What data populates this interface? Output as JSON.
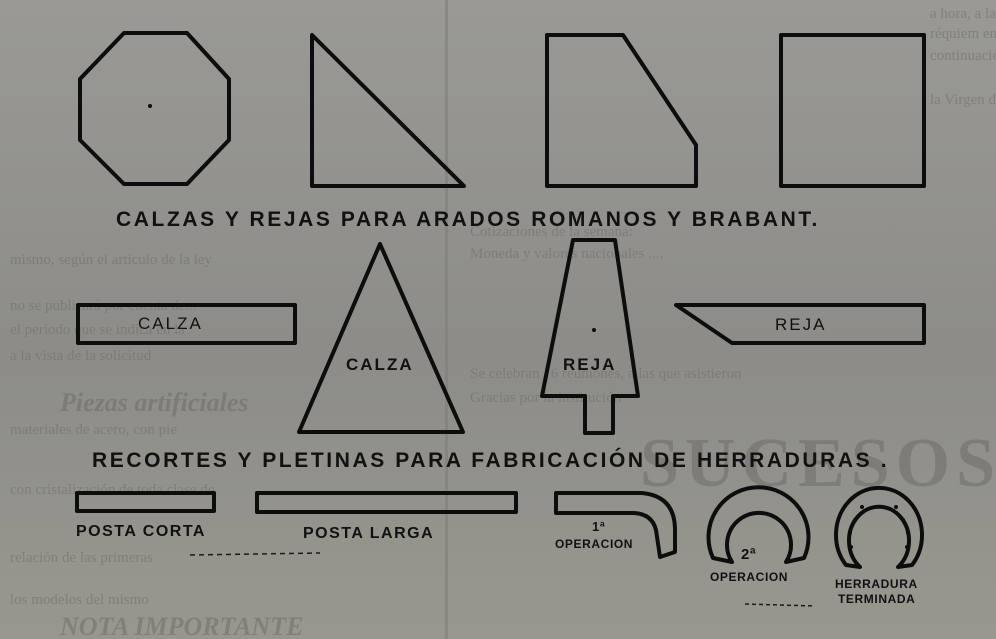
{
  "background_text": {
    "right_column": [
      "a hora, a las ocho y media habrá misa de",
      "réquiem en la iglesia de Santa Eulalia y a",
      "continuación el responso del primer viernes a",
      "la Virgen de Covadonga.",
      "",
      "",
      "Cotizaciones de la semana:",
      "Moneda y valores nacionales ....",
      "Se celebran 16 reuniones, a las que asistieron",
      "Gracias por la institución"
    ],
    "left_column": [
      "mismo, según el artículo de la ley",
      "no se publicará por cuenta de...",
      "el período que se indica en la",
      "a la vista de la solicitud",
      "materiales de acero, con pie",
      "con cristalización de toda clase de",
      "relación de las primeras",
      "los modelos del mismo"
    ],
    "left_headings": [
      "Piezas artificiales",
      "NOTA IMPORTANTE"
    ],
    "right_headings": [
      "SUCESOS"
    ]
  },
  "illustration": {
    "heading_top": "CALZAS Y REJAS PARA ARADOS ROMANOS Y BRABANT.",
    "heading_bottom": "RECORTES Y PLETINAS PARA FABRICACIÓN DE HERRADURAS .",
    "shape_labels": {
      "calza_bar": "CALZA",
      "calza_triangle": "CALZA",
      "reja_trapezoid": "REJA",
      "reja_bar": "REJA"
    },
    "horseshoe_labels": {
      "posta_corta": "POSTA CORTA",
      "posta_larga": "POSTA LARGA",
      "op1_num": "1ª",
      "op1_word": "OPERACION",
      "op2_num": "2ª",
      "op2_word": "OPERACION",
      "finished_1": "HERRADURA",
      "finished_2": "TERMINADA"
    },
    "shapes": [
      "octagon",
      "right-triangle",
      "beveled-trapezoid",
      "square",
      "bar",
      "triangle",
      "trapezoid-with-stem",
      "beveled-bar",
      "straight-bar-short",
      "straight-bar-long",
      "hook-bar",
      "horseshoe-open",
      "horseshoe-finished"
    ],
    "ink_color": "#0d0d0d",
    "paper_color": "#8f8e8a"
  }
}
